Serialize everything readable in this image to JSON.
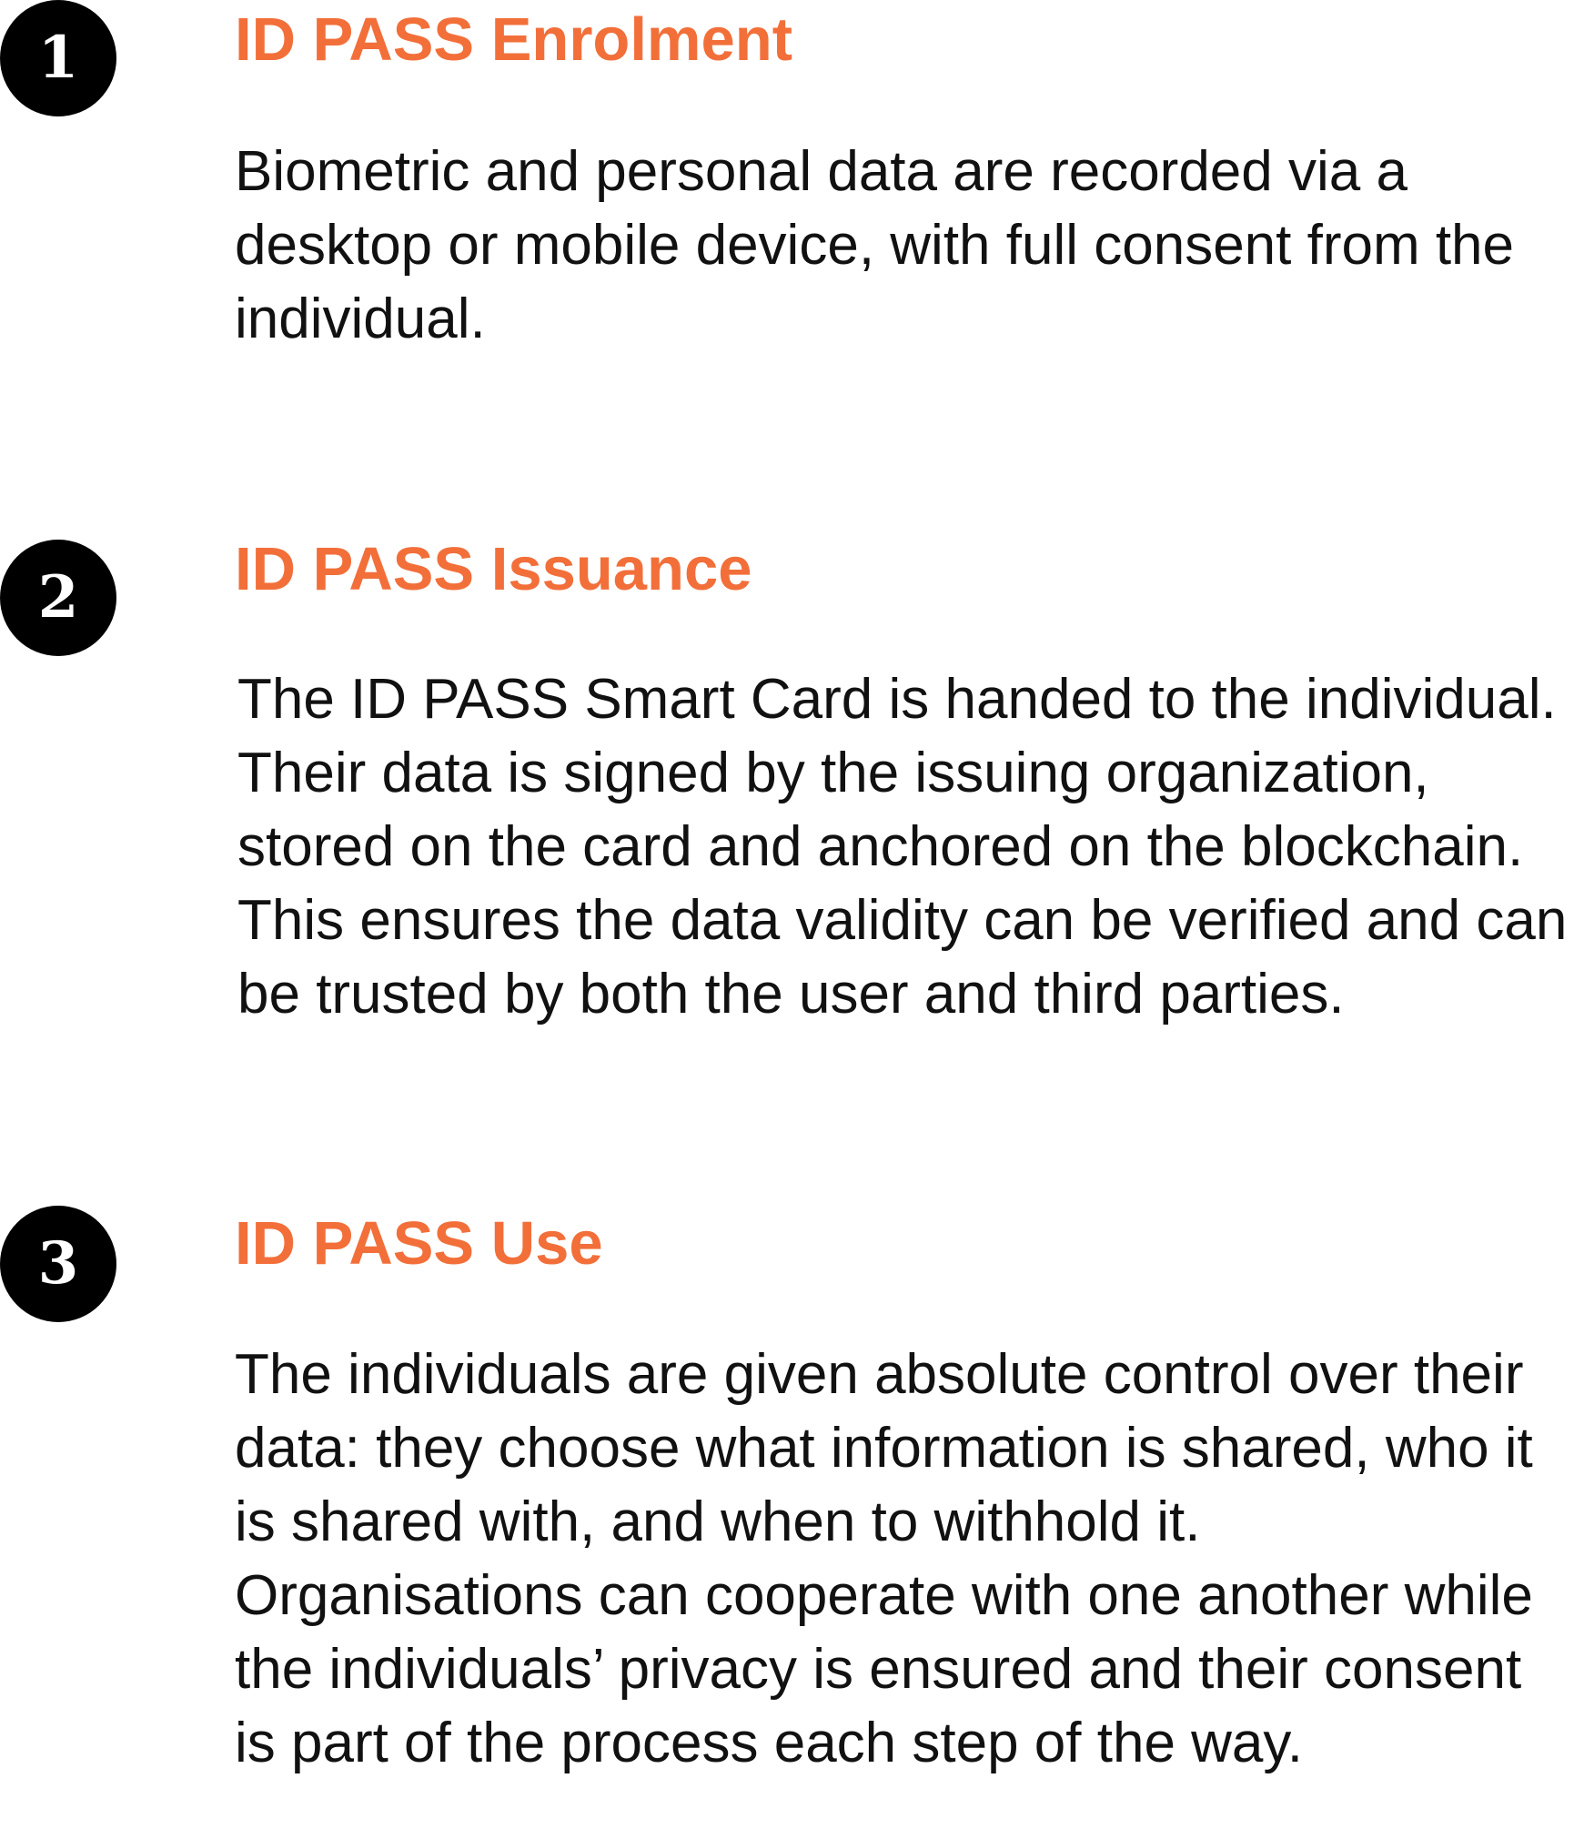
{
  "theme": {
    "accent": "#F26F3A",
    "badge_bg": "#000000",
    "badge_fg": "#FFFFFF",
    "text": "#111111"
  },
  "steps": [
    {
      "number": "1",
      "title": "ID PASS Enrolment",
      "lines": [
        "Biometric and personal data are recorded via a",
        "desktop or mobile device, with full consent from the",
        "individual."
      ]
    },
    {
      "number": "2",
      "title": "ID PASS Issuance",
      "lines": [
        "The ID PASS Smart Card is handed to the individual.",
        "Their data is signed by the issuing organization,",
        "stored on the card and anchored on the blockchain.",
        "This ensures the data validity can be verified and can",
        "be trusted by both the user and third parties."
      ]
    },
    {
      "number": "3",
      "title": "ID PASS Use",
      "lines": [
        "The individuals are given absolute control over their",
        "data: they choose what information is shared, who it",
        "is shared with, and when to withhold it.",
        "Organisations can cooperate with one another while",
        "the individuals’ privacy is ensured and their consent",
        "is part of the process each step of the way."
      ]
    }
  ]
}
